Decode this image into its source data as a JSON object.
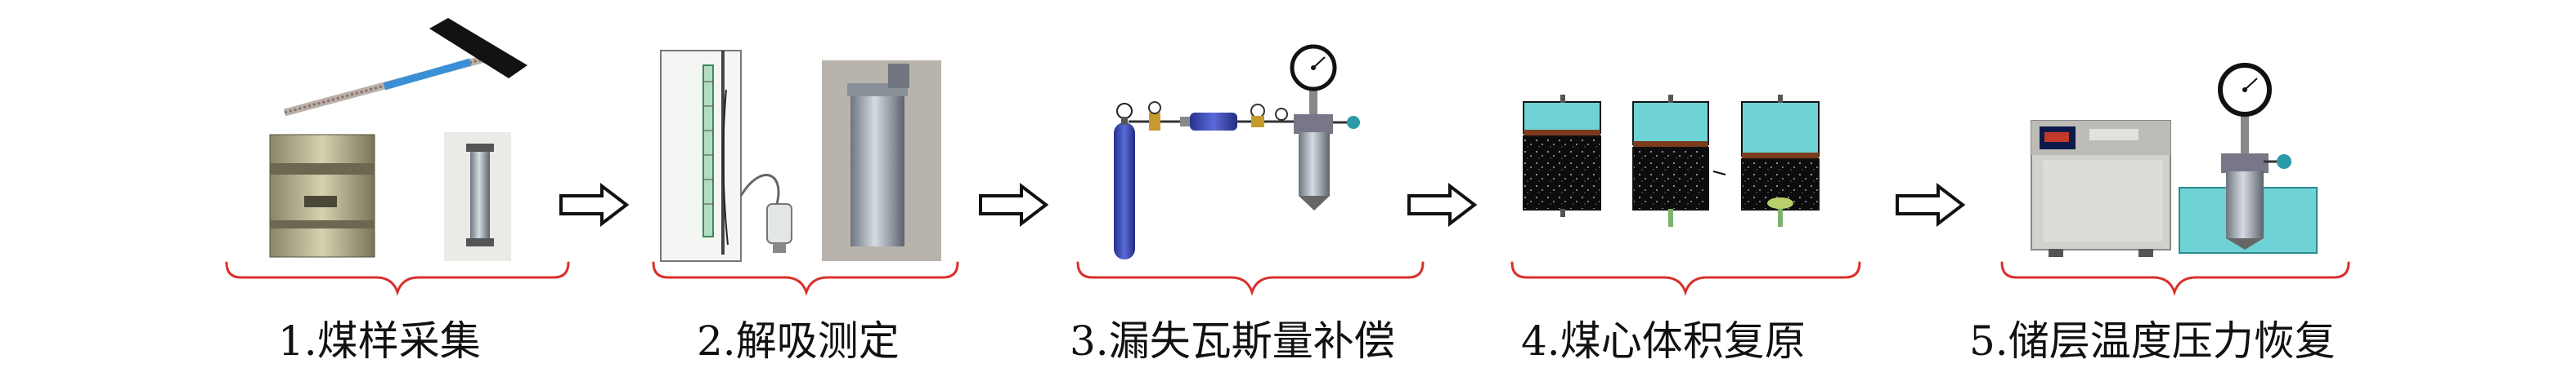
{
  "steps": [
    {
      "label": "1.煤样采集"
    },
    {
      "label": "2.解吸测定"
    },
    {
      "label": "3.漏失瓦斯量补偿"
    },
    {
      "label": "4.煤心体积复原"
    },
    {
      "label": "5.储层温度压力恢复"
    }
  ],
  "colors": {
    "brace": "#d9312b",
    "arrow": "#111111",
    "water": "#6fd3d6",
    "coal": "#0d0d0d",
    "cylinder_blue": "#3f4fbf",
    "steel": "#9aa4b2"
  },
  "icons": [
    "sampler-tool-icon",
    "sample-canister-icon",
    "desorption-apparatus-icon",
    "gas-cylinder-icon",
    "pressure-gauge-icon",
    "coal-core-icon",
    "water-bath-icon"
  ]
}
